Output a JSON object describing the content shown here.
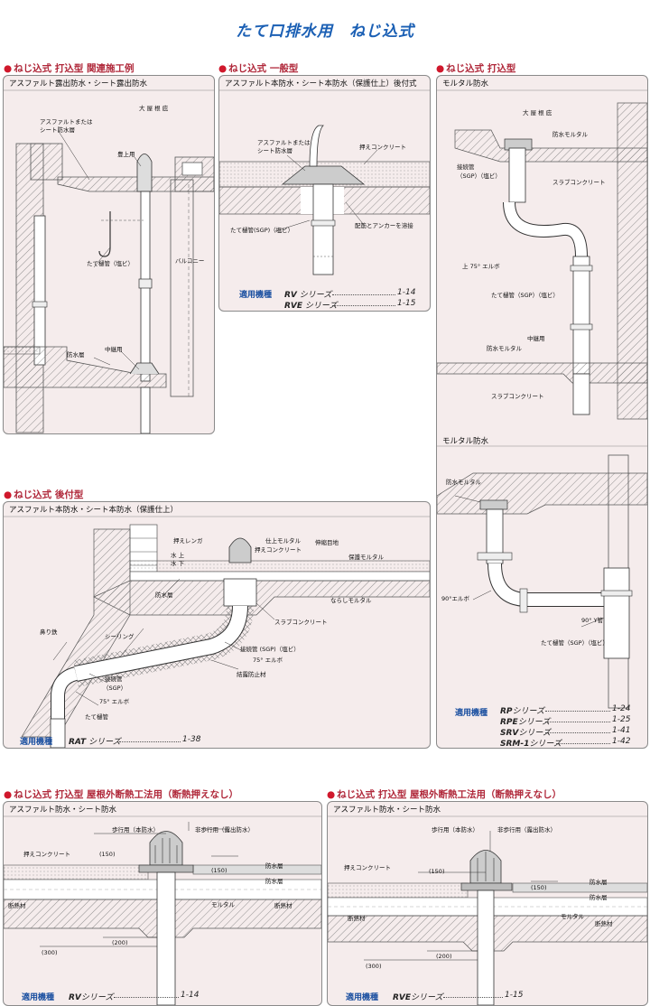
{
  "title": "たて口排水用　ねじ込式",
  "colors": {
    "accent": "#1a5fb4",
    "section": "#b0283a",
    "panel": "#f5ecec"
  },
  "panels": {
    "p1": {
      "section": "ねじ込式 打込型 関連施工例",
      "subtitle": "アスファルト露出防水・シート露出防水",
      "labels": {
        "asphalt": "アスファルトまたは",
        "sheet": "シート防水層",
        "roof": "大 屋 根 庇",
        "mame": "豊上用",
        "tatetoi": "たて樋管（塩ビ）",
        "balcony": "バルコニー",
        "bousui": "防水層",
        "chukai": "中継用"
      }
    },
    "p2": {
      "section": "ねじ込式 一般型",
      "subtitle": "アスファルト本防水・シート本防水（保護仕上）後付式",
      "labels": {
        "asphalt": "アスファルトまたは",
        "sheet": "シート防水層",
        "osae": "押えコンクリート",
        "tatetoi": "たて樋管(SGP)（塩ビ）",
        "anchor": "配筋とアンカーを溶接"
      },
      "apply": "適用機種",
      "series": [
        {
          "name": "RV",
          "suffix": "シリーズ",
          "page": "1-14"
        },
        {
          "name": "RVE",
          "suffix": "シリーズ",
          "page": "1-15"
        }
      ]
    },
    "p3": {
      "section": "ねじ込式 打込型",
      "subtitle": "モルタル防水",
      "subtitle2": "モルタル防水",
      "labels": {
        "roof": "大 屋 根 庇",
        "mortar": "防水モルタル",
        "slab": "スラブコンクリート",
        "setsuzoku": "接続管",
        "sgp": "（SGP）（塩ビ）",
        "elbow45": "上 75° エルボ",
        "tatetoi": "たて樋管（SGP）（塩ビ）",
        "chukai": "中継用",
        "mortar2": "防水モルタル",
        "slab2": "スラブコンクリート",
        "mortar3": "防水モルタル",
        "elbow90": "90°エルボ",
        "y90": "90° Y管",
        "tatetoi2": "たて樋管（SGP）（塩ビ）"
      },
      "apply": "適用機種",
      "series": [
        {
          "name": "RP",
          "suffix": "シリーズ",
          "page": "1-24"
        },
        {
          "name": "RPE",
          "suffix": "シリーズ",
          "page": "1-25"
        },
        {
          "name": "SRV",
          "suffix": "シリーズ",
          "page": "1-41"
        },
        {
          "name": "SRM-1",
          "suffix": "シリーズ",
          "page": "1-42"
        }
      ]
    },
    "p4": {
      "section": "ねじ込式 後付型",
      "subtitle": "アスファルト本防水・シート本防水（保護仕上）",
      "labels": {
        "renga": "押えレンガ",
        "sui": "水 上",
        "sui2": "水 下",
        "shiage": "仕上モルタル",
        "osae": "押えコンクリート",
        "shinshuku": "伸縮目地",
        "hogo": "保護モルタル",
        "bousui": "防水層",
        "narashi": "ならしモルタル",
        "slab": "スラブコンクリート",
        "seal": "シーリング",
        "setsuzoku": "接続管",
        "sgp": "（SGP）",
        "elbow": "75° エルボ",
        "tatetoi": "たて樋管",
        "setsuzoku2": "接続管 (SGP)（塩ビ）",
        "elbow2": "75° エルボ",
        "ketsuro": "結露防止材",
        "hana": "鼻り鉄"
      },
      "apply": "適用機種",
      "series": [
        {
          "name": "RAT",
          "suffix": "シリーズ",
          "page": "1-38"
        }
      ]
    },
    "p5": {
      "section": "ねじ込式 打込型 屋根外断熱工法用（断熱押えなし）",
      "subtitle": "アスファルト防水・シート防水",
      "labels": {
        "walk": "歩行用（本防水）",
        "nonwalk": "非歩行用（露出防水）",
        "osae": "押えコンクリート",
        "d150a": "(150)",
        "d150b": "(150)",
        "bousui": "防水層",
        "mortar": "モルタル",
        "bousui2": "防水層",
        "dannetsu": "断熱材",
        "dannetsu2": "断熱材",
        "d300": "(300)",
        "d200": "(200)"
      },
      "apply": "適用機種",
      "series": [
        {
          "name": "RV",
          "suffix": "シリーズ",
          "page": "1-14"
        }
      ]
    },
    "p6": {
      "section": "ねじ込式 打込型 屋根外断熱工法用（断熱押えなし）",
      "subtitle": "アスファルト防水・シート防水",
      "labels": {
        "walk": "歩行用（本防水）",
        "nonwalk": "非歩行用（露出防水）",
        "osae": "押えコンクリート",
        "d150a": "(150)",
        "d150b": "(150)",
        "bousui": "防水層",
        "mortar": "モルタル",
        "bousui2": "防水層",
        "dannetsu": "断熱材",
        "dannetsu2": "断熱材",
        "d300": "(300)",
        "d200": "(200)"
      },
      "apply": "適用機種",
      "series": [
        {
          "name": "RVE",
          "suffix": "シリーズ",
          "page": "1-15"
        }
      ]
    }
  }
}
